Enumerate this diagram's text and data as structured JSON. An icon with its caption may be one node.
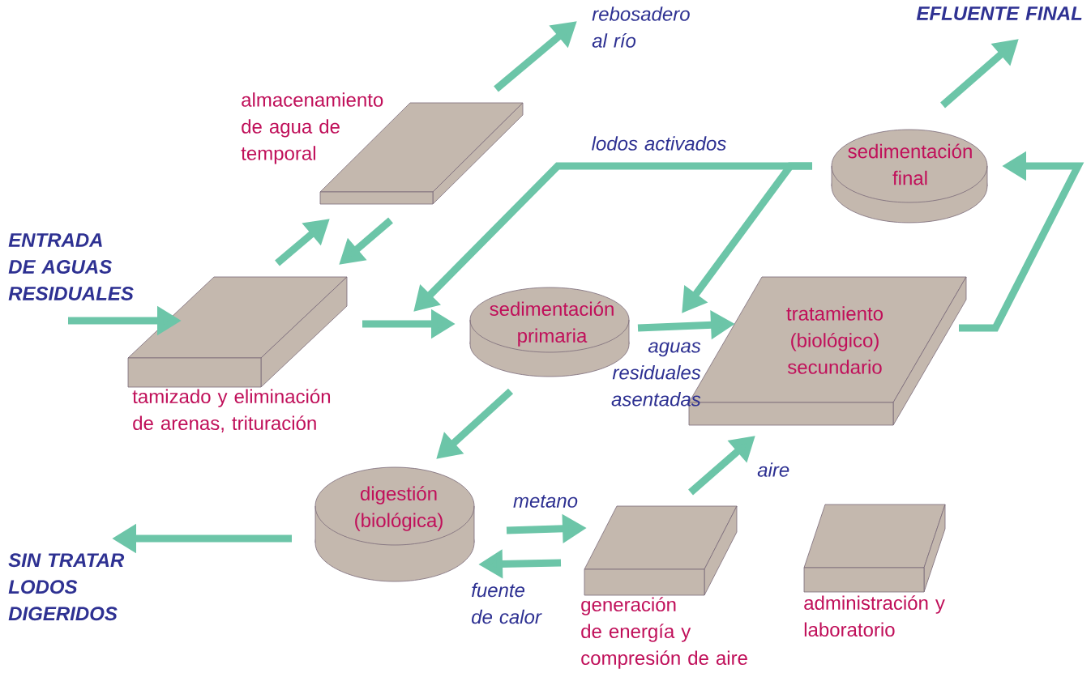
{
  "diagram": {
    "nodes": [
      {
        "text": [
          "ENTRADA DE AGUAS RESIDUALES"
        ]
      },
      {
        "text": [
          "tamizado y eliminación de arenas, trituración"
        ]
      },
      {
        "text": [
          "almacenamiento de agua de temporal"
        ]
      },
      {
        "text": [
          "rebosadero al río"
        ]
      },
      {
        "text": [
          "sedimentación primaria"
        ]
      },
      {
        "text": [
          "tratamiento (biológico) secundario"
        ]
      },
      {
        "text": [
          "sedimentación final"
        ]
      },
      {
        "text": [
          "EFLUENTE FINAL"
        ]
      },
      {
        "text": [
          "digestión (biológica)"
        ]
      },
      {
        "text": [
          "SIN TRATAR LODOS DIGERIDOS"
        ]
      },
      {
        "text": [
          "generación de energía y compresión de aire"
        ]
      },
      {
        "text": [
          "administración y laboratorio"
        ]
      }
    ],
    "edges": [
      {
        "from": 0,
        "to": 1,
        "arrow": "to"
      },
      {
        "from": 1,
        "to": 2,
        "arrow": "to"
      },
      {
        "from": 2,
        "to": 1,
        "arrow": "to"
      },
      {
        "from": 2,
        "to": 3,
        "arrow": "to"
      },
      {
        "from": 1,
        "to": 4,
        "arrow": "to"
      },
      {
        "from": 4,
        "to": 5,
        "arrow": "to",
        "label": "aguas residuales asentadas"
      },
      {
        "from": 5,
        "to": 6,
        "arrow": "to"
      },
      {
        "from": 6,
        "to": 7,
        "arrow": "to"
      },
      {
        "from": 6,
        "to": 4,
        "arrow": "to",
        "label": "lodos activados"
      },
      {
        "from": 6,
        "to": 5,
        "arrow": "to"
      },
      {
        "from": 4,
        "to": 8,
        "arrow": "to"
      },
      {
        "from": 8,
        "to": 9,
        "arrow": "to"
      },
      {
        "from": 8,
        "to": 10,
        "arrow": "to",
        "label": "metano"
      },
      {
        "from": 10,
        "to": 8,
        "arrow": "to",
        "label": "fuente de calor"
      },
      {
        "from": 10,
        "to": 5,
        "arrow": "to",
        "label": "aire"
      }
    ]
  }
}
